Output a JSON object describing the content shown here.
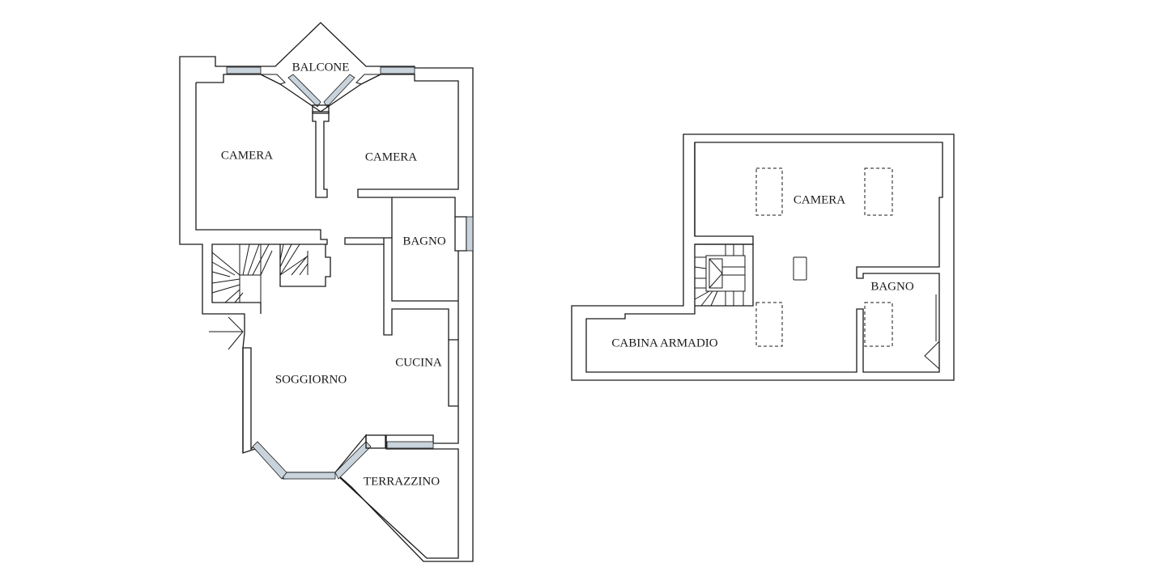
{
  "colors": {
    "wall": "#1a1a1a",
    "window": "#c8d3dc",
    "background": "#ffffff"
  },
  "ground_floor": {
    "rooms": {
      "balcone": "BALCONE",
      "camera_left": "CAMERA",
      "camera_right": "CAMERA",
      "bagno": "BAGNO",
      "soggiorno": "SOGGIORNO",
      "cucina": "CUCINA",
      "terrazzino": "TERRAZZINO"
    }
  },
  "upper_floor": {
    "rooms": {
      "camera": "CAMERA",
      "bagno": "BAGNO",
      "cabina_armadio": "CABINA ARMADIO"
    }
  }
}
